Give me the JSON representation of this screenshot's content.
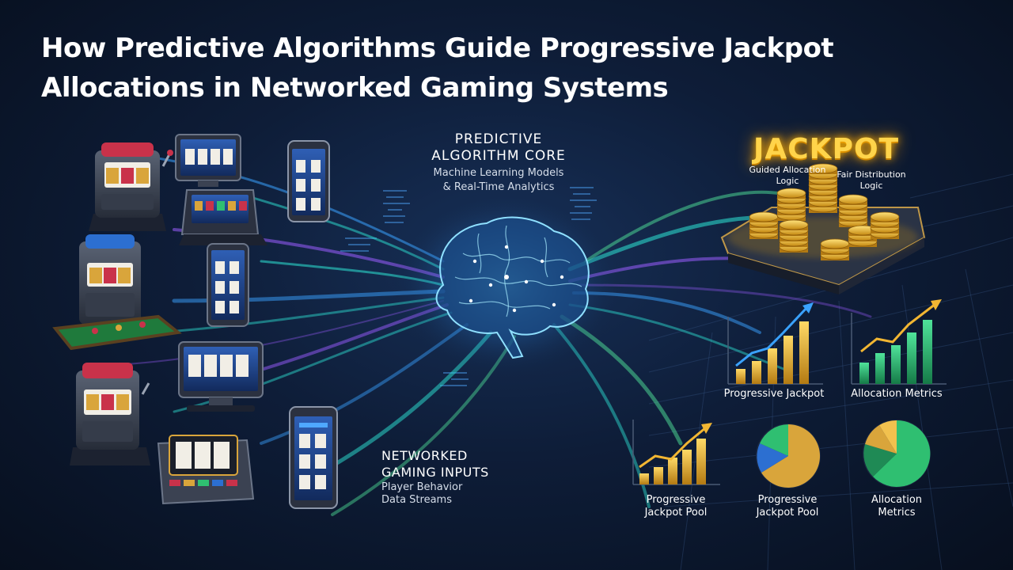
{
  "title_line1": "How Predictive Algorithms Guide Progressive Jackpot",
  "title_line2": "Allocations in Networked Gaming Systems",
  "core": {
    "title_line1": "PREDICTIVE",
    "title_line2": "ALGORITHM CORE",
    "subtitle_line1": "Machine Learning Models",
    "subtitle_line2": "& Real-Time Analytics"
  },
  "inputs": {
    "title_line1": "NETWORKED",
    "title_line2": "GAMING INPUTS",
    "subtitle_line1": "Player Behavior",
    "subtitle_line2": "Data Streams"
  },
  "jackpot": {
    "label": "JACKPOT",
    "left_label_line1": "Guided Allocation",
    "left_label_line2": "Logic",
    "right_label_line1": "Fair Distribution",
    "right_label_line2": "Logic"
  },
  "charts": {
    "progressive_jackpot": "Progressive Jackpot",
    "allocation_metrics": "Allocation Metrics",
    "pool_line1": "Progressive",
    "pool_line2": "Jackpot Pool",
    "pie1_line1": "Progressive",
    "pie1_line2": "Jackpot Pool",
    "pie2_line1": "Allocation",
    "pie2_line2": "Metrics"
  },
  "colors": {
    "gold": "#f2b632",
    "green": "#2fbf71",
    "stream_cyan": "#2ee6d6",
    "stream_purple": "#9a5cff",
    "stream_blue": "#3aa2ff",
    "brain": "#7fd8ff"
  },
  "icons": [
    "slot-machine-icon",
    "tablet-icon",
    "smartphone-icon",
    "brain-icon",
    "gold-coins-icon",
    "bar-chart-icon",
    "pie-chart-icon"
  ]
}
